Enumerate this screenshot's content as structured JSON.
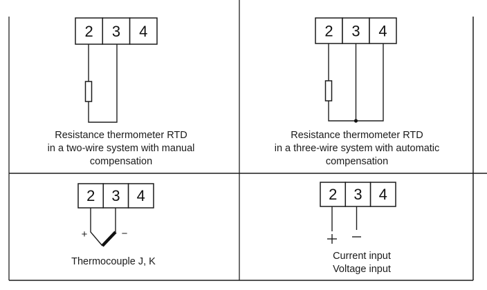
{
  "diagram": {
    "title": "Input wiring connection diagrams",
    "terminal_labels": [
      "2",
      "3",
      "4"
    ],
    "cells": [
      {
        "id": "rtd-two-wire",
        "caption_lines": [
          "Resistance thermometer RTD",
          "in a two-wire system with manual",
          "compensation"
        ],
        "connected_terminals": [
          "2",
          "3"
        ],
        "component": "resistor"
      },
      {
        "id": "rtd-three-wire",
        "caption_lines": [
          "Resistance thermometer RTD",
          "in a three-wire system with automatic",
          "compensation"
        ],
        "connected_terminals": [
          "2",
          "3",
          "4"
        ],
        "component": "resistor"
      },
      {
        "id": "thermocouple",
        "caption_lines": [
          "Thermocouple J, K"
        ],
        "connected_terminals": [
          "2",
          "3"
        ],
        "component": "thermocouple",
        "polarity": {
          "plus": "+",
          "minus": "−"
        }
      },
      {
        "id": "current-voltage",
        "caption_lines": [
          "Current input",
          "Voltage input"
        ],
        "connected_terminals": [
          "2",
          "3"
        ],
        "component": "open-leads",
        "polarity": {
          "plus": "+",
          "minus": "−"
        }
      }
    ]
  }
}
